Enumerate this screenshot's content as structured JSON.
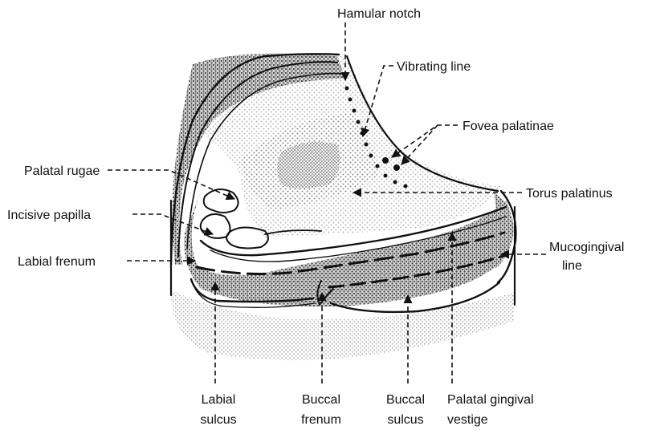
{
  "labels": {
    "hamular_notch": "Hamular notch",
    "vibrating_line": "Vibrating line",
    "fovea_palatinae": "Fovea palatinae",
    "palatal_rugae": "Palatal rugae",
    "torus_palatinus": "Torus palatinus",
    "incisive_papilla": "Incisive papilla",
    "mucogingival_line": [
      "Mucogingival",
      "line"
    ],
    "labial_frenum": "Labial frenum",
    "labial_sulcus": [
      "Labial",
      "sulcus"
    ],
    "buccal_frenum": [
      "Buccal",
      "frenum"
    ],
    "buccal_sulcus": [
      "Buccal",
      "sulcus"
    ],
    "palatal_gingival_vestige": [
      "Palatal gingival",
      "vestige"
    ]
  }
}
